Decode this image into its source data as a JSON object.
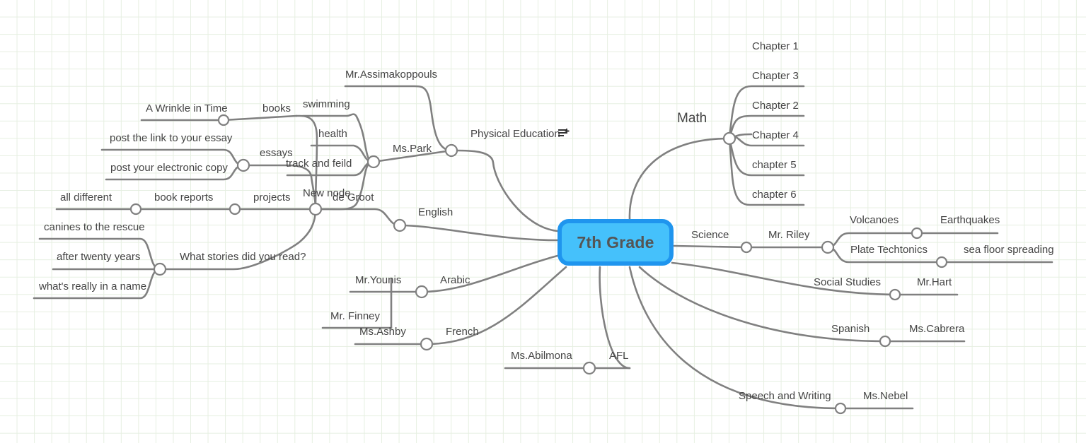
{
  "root": {
    "label": "7th Grade",
    "color": "#45c1fb",
    "border_color": "#1f95ee"
  },
  "theme": {
    "branch_color": "#808080",
    "grid_color": "#e6efe1",
    "text_color": "#444444",
    "background": "#ffffff"
  },
  "icons": {
    "note_add": "note-add-icon"
  },
  "nodes": {
    "math": "Math",
    "chapter_1": "Chapter 1",
    "chapter_3": "Chapter 3",
    "chapter_2": "Chapter 2",
    "chapter_4": "Chapter 4",
    "chapter_5": "chapter 5",
    "chapter_6": "chapter 6",
    "science": "Science",
    "mr_riley": "Mr. Riley",
    "volcanoes": "Volcanoes",
    "earthquakes": "Earthquakes",
    "plate_techtonics": "Plate Techtonics",
    "sea_floor_spreading": "sea floor spreading",
    "social_studies": "Social Studies",
    "mr_hart": "Mr.Hart",
    "spanish": "Spanish",
    "ms_cabrera": "Ms.Cabrera",
    "speech_and_writing": "Speech and Writing",
    "ms_nebel": "Ms.Nebel",
    "physical_education": "Physical Education",
    "mr_assimakoppouls": "Mr.Assimakoppouls",
    "ms_park": "Ms.Park",
    "swimming": "swimming",
    "health": "health",
    "track_and_feild": "track and feild",
    "english": "English",
    "de_groot": "de Groot",
    "new_node": "New node",
    "books": "books",
    "a_wrinkle_in_time": "A Wrinkle in Time",
    "essays": "essays",
    "post_the_link": "post the link to your essay",
    "post_electronic_copy": "post your electronic copy",
    "projects": "projects",
    "book_reports": "book reports",
    "all_different": "all different",
    "what_stories": "What stories did you read?",
    "canines_to_the_rescue": "canines to the rescue",
    "after_twenty_years": "after twenty years",
    "whats_really_in_a_name": "what's really in a name",
    "arabic": "Arabic",
    "mr_younis": "Mr.Younis",
    "french": "French",
    "ms_ashby": "Ms.Ashby",
    "mr_finney": "Mr. Finney",
    "afl": "AFL",
    "ms_abilmona": "Ms.Abilmona"
  }
}
